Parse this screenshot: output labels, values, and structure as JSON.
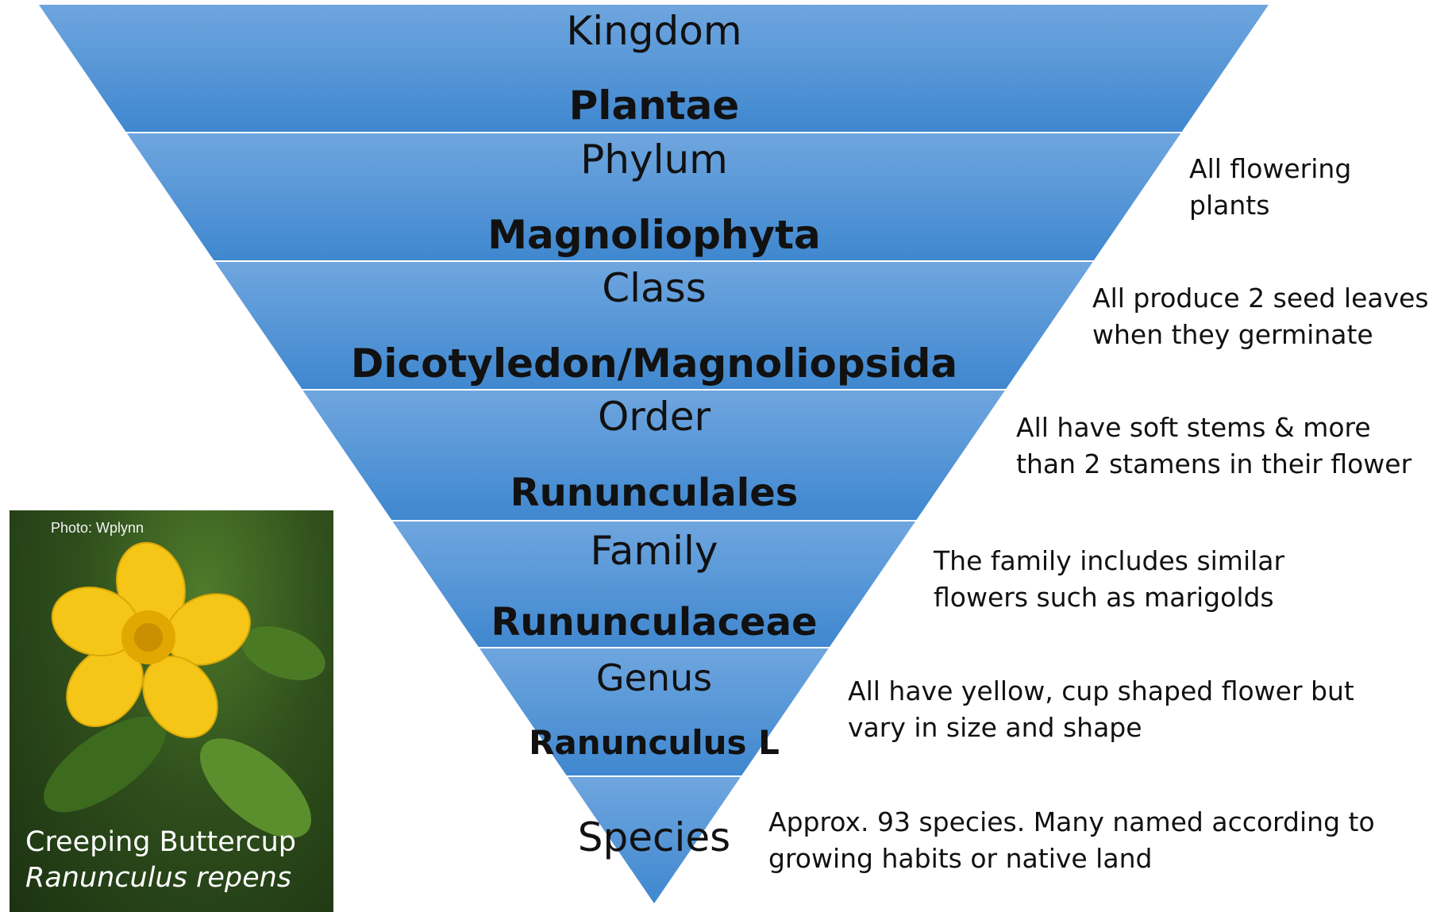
{
  "levels": [
    {
      "rank": "Kingdom",
      "name": "Plantae",
      "note": ""
    },
    {
      "rank": "Phylum",
      "name": "Magnoliophyta",
      "note": "All flowering\nplants"
    },
    {
      "rank": "Class",
      "name": "Dicotyledon/Magnoliopsida",
      "note": "All produce 2 seed leaves\nwhen they germinate"
    },
    {
      "rank": "Order",
      "name": "Rununculales",
      "note": "All have soft stems & more\nthan 2 stamens in their flower"
    },
    {
      "rank": "Family",
      "name": "Rununculaceae",
      "note": "The family includes similar\nflowers such as marigolds"
    },
    {
      "rank": "Genus",
      "name": "Ranunculus L",
      "note": "All have yellow, cup shaped flower but\nvary in size and shape"
    },
    {
      "rank": "Species",
      "name": "",
      "note": "Approx. 93 species.  Many named according to\ngrowing habits or native land"
    }
  ],
  "photo": {
    "credit": "Photo: Wplynn",
    "common_name": "Creeping Buttercup",
    "latin_name": "Ranunculus repens"
  },
  "colors": {
    "band_light": "#6fa6df",
    "band_dark": "#3f87cf",
    "separator": "#ffffff",
    "flower_yellow": "#f5c518"
  }
}
